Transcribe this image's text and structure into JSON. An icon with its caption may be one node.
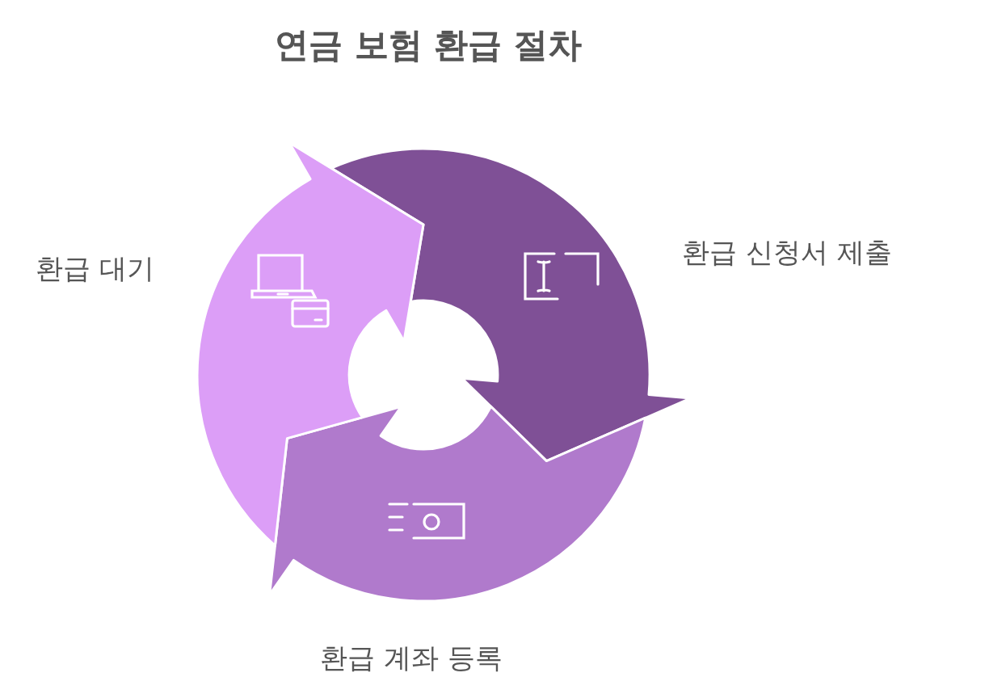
{
  "diagram": {
    "title": "연금 보험 환급 절차",
    "nodes": [
      {
        "text": [],
        "shape": "arrow",
        "beside": [
          "환급 신청서 제출"
        ]
      },
      {
        "text": [],
        "shape": "arrow",
        "beside": [
          "환급 계좌 등록"
        ]
      },
      {
        "text": [],
        "shape": "arrow",
        "beside": [
          "환급 대기"
        ]
      }
    ]
  }
}
